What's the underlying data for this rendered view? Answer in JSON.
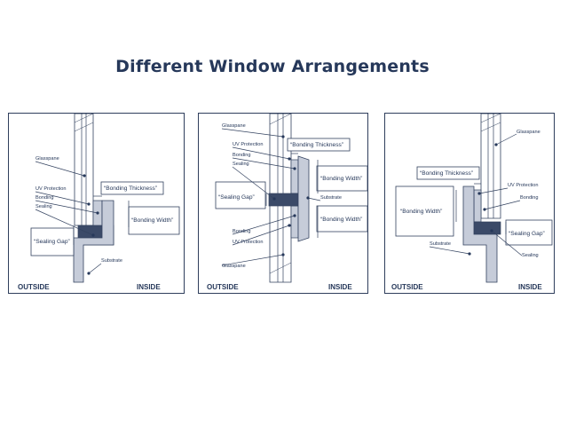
{
  "title": "Different Window Arrangements",
  "colors": {
    "navy": "#26385a",
    "sealing": "#3b4a68",
    "bonding": "#c6ccd9"
  },
  "panels": [
    {
      "labels": {
        "glasspane": "Glasspane",
        "uv_protection": "UV Protection",
        "bonding": "Bonding",
        "sealing": "Sealing",
        "substrate": "Substrate",
        "bonding_thickness": "“Bonding Thickness”",
        "bonding_width": "“Bonding Width”",
        "sealing_gap": "“Sealing Gap”",
        "outside": "OUTSIDE",
        "inside": "INSIDE"
      }
    },
    {
      "labels": {
        "glasspane_top": "Glasspane",
        "uv_protection_top": "UV Protection",
        "bonding_top": "Bonding",
        "sealing": "Sealing",
        "substrate": "Substrate",
        "bonding_bottom": "Bonding",
        "uv_protection_bottom": "UV Protection",
        "glasspane_bottom": "Glasspane",
        "bonding_thickness": "“Bonding Thickness”",
        "bonding_width_top": "“Bonding Width”",
        "bonding_width_bottom": "“Bonding Width”",
        "sealing_gap": "“Sealing Gap”",
        "outside": "OUTSIDE",
        "inside": "INSIDE"
      }
    },
    {
      "labels": {
        "glasspane": "Glasspane",
        "uv_protection": "UV Protection",
        "bonding": "Bonding",
        "sealing": "Sealing",
        "substrate": "Substrate",
        "bonding_thickness": "“Bonding Thickness”",
        "bonding_width": "“Bonding Width”",
        "sealing_gap": "“Sealing Gap”",
        "outside": "OUTSIDE",
        "inside": "INSIDE"
      }
    }
  ]
}
